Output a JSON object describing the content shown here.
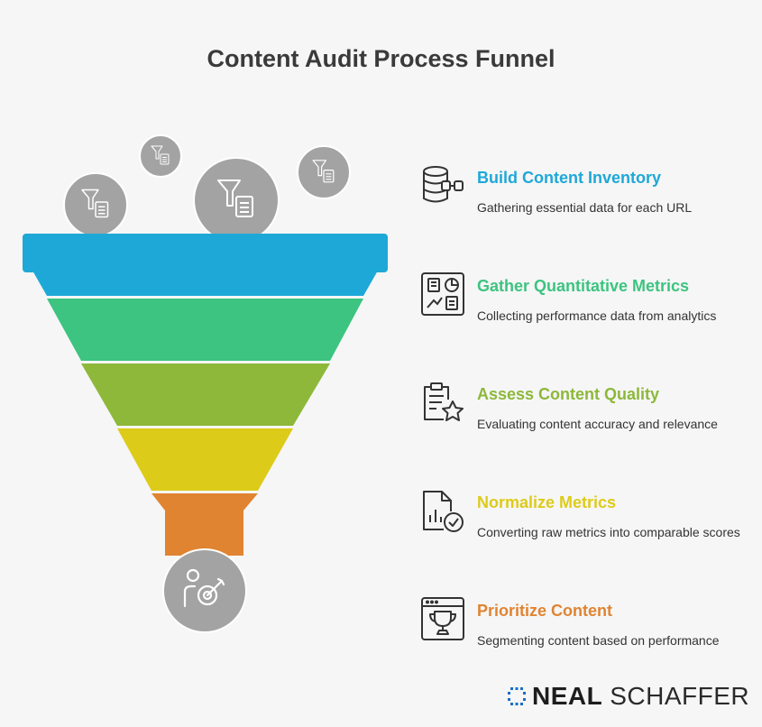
{
  "title": "Content Audit Process Funnel",
  "steps": [
    {
      "title": "Build Content Inventory",
      "desc": "Gathering essential data for each URL",
      "color": "#1EA8D8",
      "icon": "database-link-icon"
    },
    {
      "title": "Gather Quantitative Metrics",
      "desc": "Collecting performance data from analytics",
      "color": "#3CC480",
      "icon": "dashboard-icon"
    },
    {
      "title": "Assess Content Quality",
      "desc": "Evaluating content accuracy and relevance",
      "color": "#8DB83A",
      "icon": "clipboard-star-icon"
    },
    {
      "title": "Normalize Metrics",
      "desc": "Converting raw metrics into comparable scores",
      "color": "#DDCB1A",
      "icon": "document-check-icon"
    },
    {
      "title": "Prioritize Content",
      "desc": "Segmenting content based on performance",
      "color": "#E08432",
      "icon": "browser-trophy-icon"
    }
  ],
  "logo": {
    "bold": "NEAL",
    "light": "SCHAFFER",
    "color": "#1a6fc4"
  }
}
